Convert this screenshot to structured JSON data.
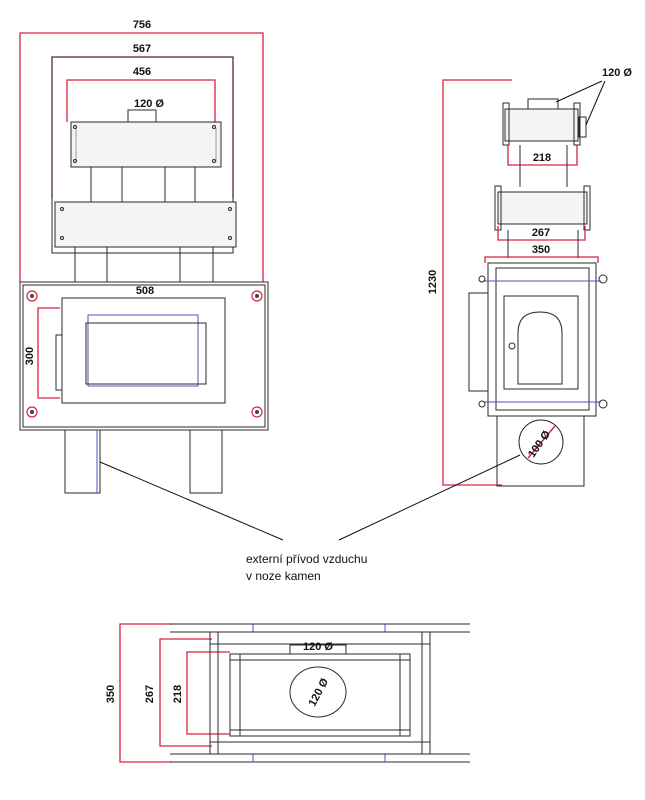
{
  "front_view": {
    "width_outer": "756",
    "width_mid": "567",
    "width_inner": "456",
    "pipe_label": "120 Ø",
    "window_width": "508",
    "window_height": "300"
  },
  "side_view": {
    "pipe_label": "120 Ø",
    "depth_top": "218",
    "depth_mid": "267",
    "depth_body": "350",
    "height_total": "1230",
    "inlet_label": "100 Ø"
  },
  "annotation": {
    "line1": "externí přívod vzduchu",
    "line2": "v noze kamen"
  },
  "top_view": {
    "pipe_label": "120 Ø",
    "center_label": "120 Ø",
    "depth_outer": "350",
    "depth_mid": "267",
    "depth_inner": "218"
  },
  "colors": {
    "dimension": "#d9233f",
    "outline": "#2a2a2a",
    "accent": "#4a56c9"
  }
}
